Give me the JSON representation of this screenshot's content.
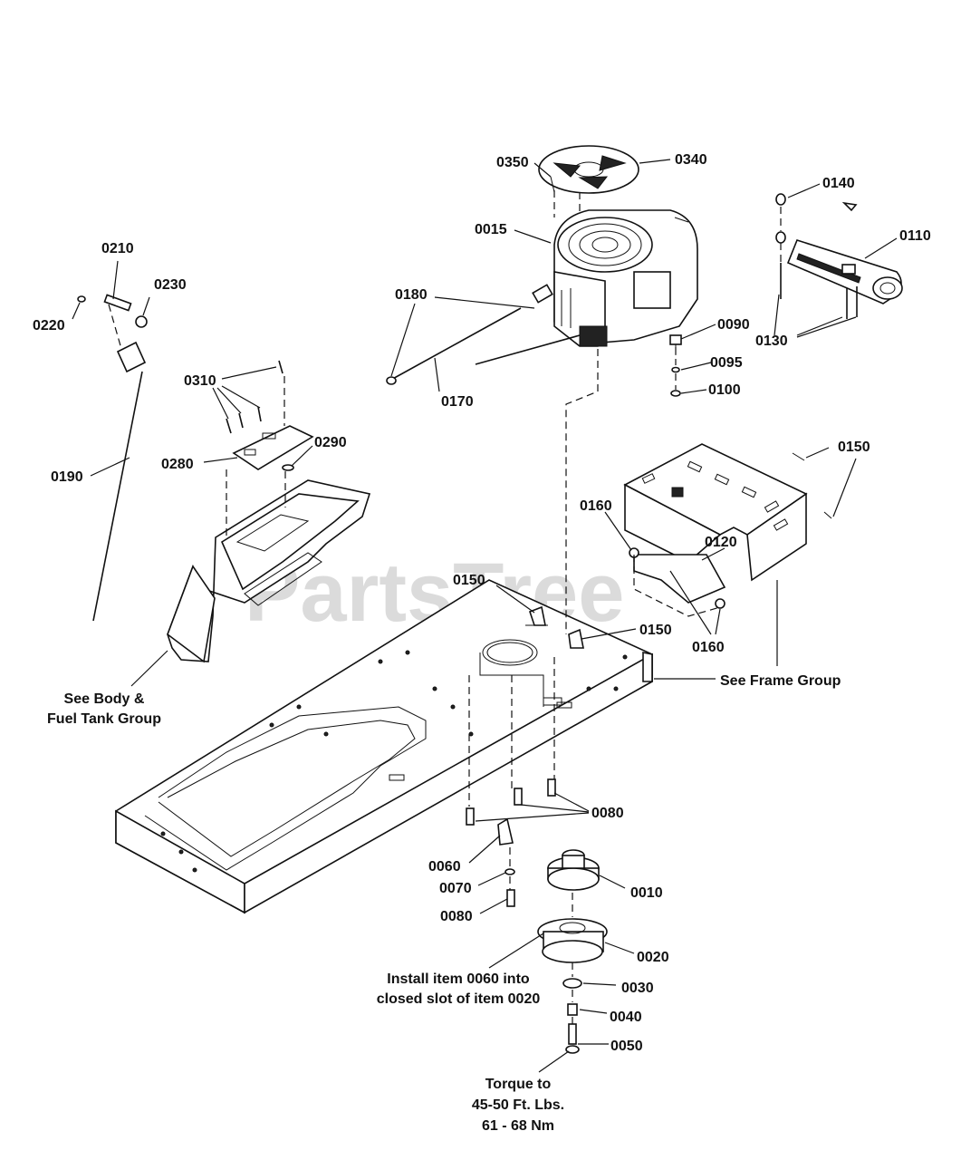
{
  "watermark": "PartsTree",
  "callouts": {
    "c0350": "0350",
    "c0340": "0340",
    "c0015": "0015",
    "c0140": "0140",
    "c0110": "0110",
    "c0210": "0210",
    "c0230": "0230",
    "c0220": "0220",
    "c0180": "0180",
    "c0090": "0090",
    "c0130": "0130",
    "c0095": "0095",
    "c0310": "0310",
    "c0100": "0100",
    "c0170": "0170",
    "c0290": "0290",
    "c0150a": "0150",
    "c0190": "0190",
    "c0280": "0280",
    "c0160a": "0160",
    "c0120": "0120",
    "c0150b": "0150",
    "c0150c": "0150",
    "c0160b": "0160",
    "c0080a": "0080",
    "c0060": "0060",
    "c0010": "0010",
    "c0070": "0070",
    "c0080b": "0080",
    "c0020": "0020",
    "c0030": "0030",
    "c0040": "0040",
    "c0050": "0050"
  },
  "notes": {
    "body_line1": "See Body &",
    "body_line2": "Fuel Tank Group",
    "frame": "See Frame Group",
    "install_line1": "Install item 0060 into",
    "install_line2": "closed slot of item 0020",
    "torque_line1": "Torque to",
    "torque_line2": "45-50 Ft. Lbs.",
    "torque_line3": "61 - 68 Nm"
  }
}
